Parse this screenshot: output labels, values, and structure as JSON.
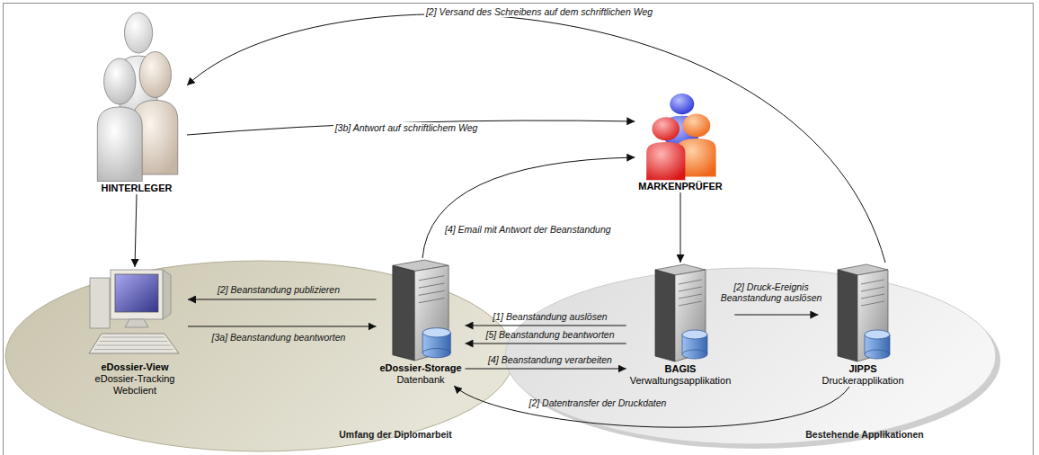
{
  "diagram": {
    "nodes": [
      {
        "text": [
          "HINTERLEGER"
        ]
      },
      {
        "text": [
          "MARKENPRÜFER"
        ]
      },
      {
        "text": [
          "Umfang der Diplomarbeit"
        ]
      },
      {
        "text": [
          "eDossier-View",
          "eDossier-Tracking Webclient"
        ],
        "in": 2
      },
      {
        "text": [
          "eDossier-Storage",
          "Datenbank"
        ],
        "in": 2
      },
      {
        "text": [
          "Bestehende Applikationen"
        ]
      },
      {
        "text": [
          "BAGIS",
          "Verwaltungsapplikation"
        ],
        "in": 5
      },
      {
        "text": [
          "JIPPS",
          "Druckerapplikation"
        ],
        "in": 5
      }
    ],
    "edges": [
      {
        "from": 7,
        "to": 0,
        "label": "[2] Versand des Schreibens auf dem schriftlichen Weg",
        "arrow": "to"
      },
      {
        "from": 0,
        "to": 1,
        "label": "[3b] Antwort auf schriftlichem Weg",
        "arrow": "to"
      },
      {
        "from": 4,
        "to": 1,
        "label": "[4] Email mit Antwort der Beanstandung",
        "arrow": "to"
      },
      {
        "from": 0,
        "to": 3,
        "arrow": "to"
      },
      {
        "from": 1,
        "to": 6,
        "arrow": "to"
      },
      {
        "from": 4,
        "to": 3,
        "label": "[2] Beanstandung publizieren",
        "arrow": "to"
      },
      {
        "from": 3,
        "to": 4,
        "label": "[3a] Beanstandung beantworten",
        "arrow": "to"
      },
      {
        "from": 6,
        "to": 4,
        "label": "[1] Beanstandung auslösen",
        "arrow": "to"
      },
      {
        "from": 6,
        "to": 4,
        "label": "[5] Beanstandung beantworten",
        "arrow": "to"
      },
      {
        "from": 4,
        "to": 6,
        "label": "[4] Beanstandung verarbeiten",
        "arrow": "to"
      },
      {
        "from": 6,
        "to": 7,
        "label": "[2] Druck-Ereignis Beanstandung auslösen",
        "arrow": "to"
      },
      {
        "from": 7,
        "to": 4,
        "label": "[2] Datentransfer der Druckdaten",
        "arrow": "to"
      }
    ]
  }
}
